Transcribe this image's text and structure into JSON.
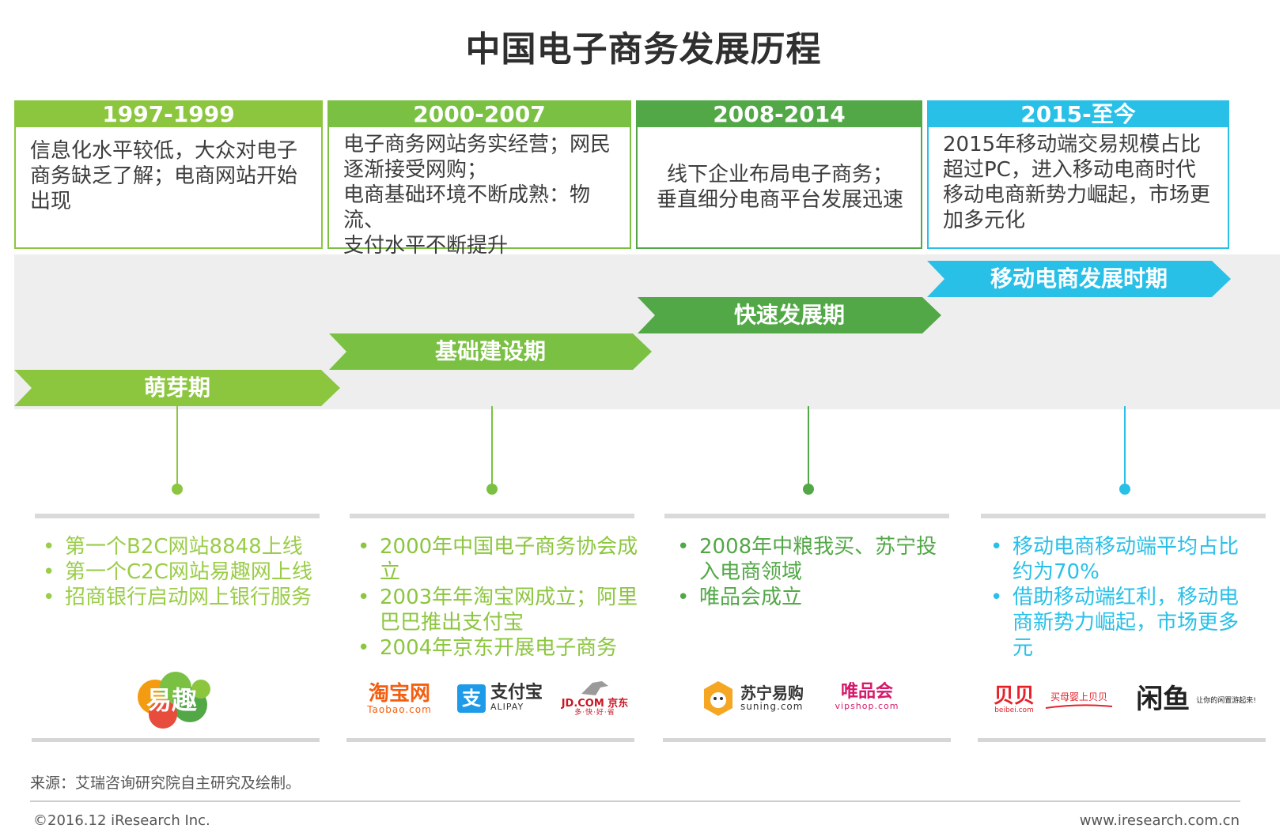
{
  "title": "中国电子商务发展历程",
  "periods": [
    {
      "label": "1997-1999",
      "color": "#8cc63f",
      "desc": [
        "信息化水平较低，大众对电子",
        "商务缺乏了解；电商网站开始",
        "出现"
      ]
    },
    {
      "label": "2000-2007",
      "color": "#7ac143",
      "desc": [
        "电子商务网站务实经营；网民",
        "逐渐接受网购；",
        "电商基础环境不断成熟：物流、",
        "支付水平不断提升"
      ]
    },
    {
      "label": "2008-2014",
      "color": "#52a847",
      "desc": [
        "线下企业布局电子商务；",
        "垂直细分电商平台发展迅速"
      ]
    },
    {
      "label": "2015-至今",
      "color": "#29c0e8",
      "desc": [
        "2015年移动端交易规模占比",
        "超过PC，进入移动电商时代",
        "移动电商新势力崛起，市场更",
        "加多元化"
      ]
    }
  ],
  "phases": [
    {
      "label": "萌芽期",
      "color": "#8cc63f"
    },
    {
      "label": "基础建设期",
      "color": "#7ac143"
    },
    {
      "label": "快速发展期",
      "color": "#52a847"
    },
    {
      "label": "移动电商发展时期",
      "color": "#29c0e8"
    }
  ],
  "events": [
    {
      "color": "#9acd48",
      "items": [
        "第一个B2C网站8848上线",
        "第一个C2C网站易趣网上线",
        "招商银行启动网上银行服务"
      ]
    },
    {
      "color": "#8cc63f",
      "items": [
        "2000年中国电子商务协会成立",
        "2003年年淘宝网成立；阿里巴巴推出支付宝",
        "2004年京东开展电子商务"
      ]
    },
    {
      "color": "#52a847",
      "items": [
        "2008年中粮我买、苏宁投入电商领域",
        "唯品会成立"
      ]
    },
    {
      "color": "#29c0e8",
      "items": [
        "移动电商移动端平均占比约为70%",
        "借助移动端红利，移动电商新势力崛起，市场更多元"
      ]
    }
  ],
  "logos": {
    "yiqu": {
      "main": "易趣"
    },
    "taobao": {
      "main": "淘宝网",
      "sub": "Taobao.com"
    },
    "alipay": {
      "icon": "支",
      "main": "支付宝",
      "sub": "ALIPAY"
    },
    "jd": {
      "main": "JD.COM 京东",
      "sub": "多·快·好·省"
    },
    "suning": {
      "main": "苏宁易购",
      "sub": "suning.com"
    },
    "vip": {
      "main": "唯品会",
      "sub": "vipshop.com"
    },
    "beibei": {
      "main": "贝贝",
      "sub": "beibei.com"
    },
    "beibei_slogan": {
      "main": "买母婴上贝贝"
    },
    "xianyu": {
      "main": "闲鱼",
      "sub": "让你的闲置游起来!"
    }
  },
  "footer": {
    "source": "来源：艾瑞咨询研究院自主研究及绘制。",
    "copyright": "©2016.12 iResearch Inc.",
    "website": "www.iresearch.com.cn"
  }
}
